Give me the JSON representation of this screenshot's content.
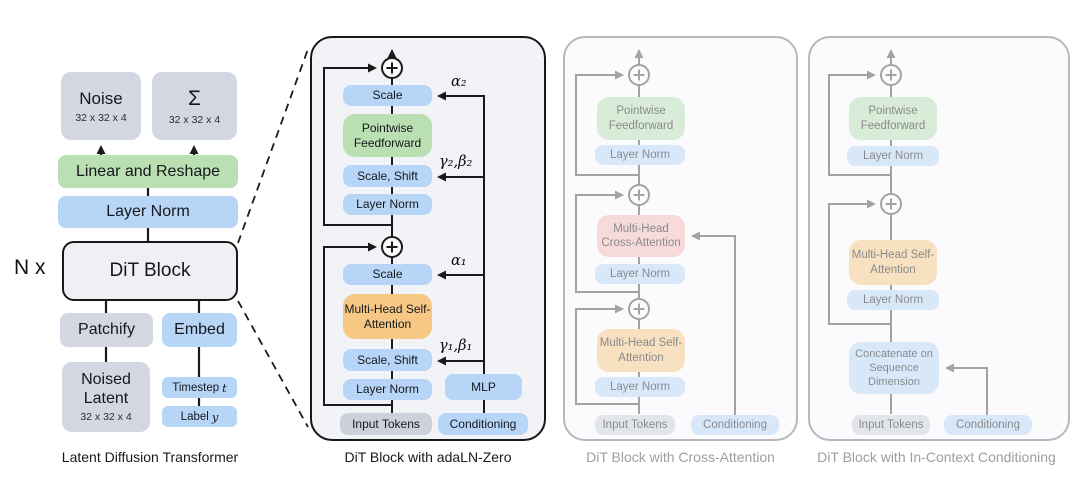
{
  "colors": {
    "blue": "#b7d6f7",
    "green": "#b9dfb3",
    "orange": "#f6c884",
    "red": "#f5bcba",
    "gray": "#d3d7e1",
    "line": "#1a1a1a",
    "faded_caption": "#9b9ea3"
  },
  "panel1": {
    "n_label": "N x",
    "noise": {
      "title": "Noise",
      "dims": "32 x 32 x 4"
    },
    "sigma": {
      "title": "Σ",
      "dims": "32 x 32 x 4"
    },
    "linear_reshape": "Linear and Reshape",
    "layer_norm": "Layer Norm",
    "dit_block": "DiT Block",
    "patchify": "Patchify",
    "embed": "Embed",
    "noised_latent": {
      "title": "Noised Latent",
      "dims": "32 x 32 x 4"
    },
    "timestep": {
      "text": "Timestep",
      "var": "t"
    },
    "label": {
      "text": "Label",
      "var": "y"
    },
    "caption": "Latent Diffusion Transformer"
  },
  "panel2": {
    "caption": "DiT Block with adaLN-Zero",
    "scale_top": "Scale",
    "alpha2": "α₂",
    "pointwise": "Pointwise Feedforward",
    "scale_shift_top": "Scale, Shift",
    "gamma_beta2": "γ₂,β₂",
    "layer_norm_top": "Layer Norm",
    "scale_bottom": "Scale",
    "alpha1": "α₁",
    "mhsa": "Multi-Head Self-Attention",
    "scale_shift_bottom": "Scale, Shift",
    "gamma_beta1": "γ₁,β₁",
    "layer_norm_bottom": "Layer Norm",
    "mlp": "MLP",
    "input_tokens": "Input Tokens",
    "conditioning": "Conditioning"
  },
  "panel3": {
    "caption": "DiT Block with Cross-Attention",
    "pointwise": "Pointwise Feedforward",
    "layer_norm_top": "Layer Norm",
    "mhca": "Multi-Head Cross-Attention",
    "layer_norm_mid": "Layer Norm",
    "mhsa": "Multi-Head Self-Attention",
    "layer_norm_bottom": "Layer Norm",
    "input_tokens": "Input Tokens",
    "conditioning": "Conditioning"
  },
  "panel4": {
    "caption": "DiT Block with In-Context Conditioning",
    "pointwise": "Pointwise Feedforward",
    "layer_norm_top": "Layer Norm",
    "mhsa": "Multi-Head Self-Attention",
    "layer_norm_bottom": "Layer Norm",
    "concat": "Concatenate on Sequence Dimension",
    "input_tokens": "Input Tokens",
    "conditioning": "Conditioning"
  }
}
